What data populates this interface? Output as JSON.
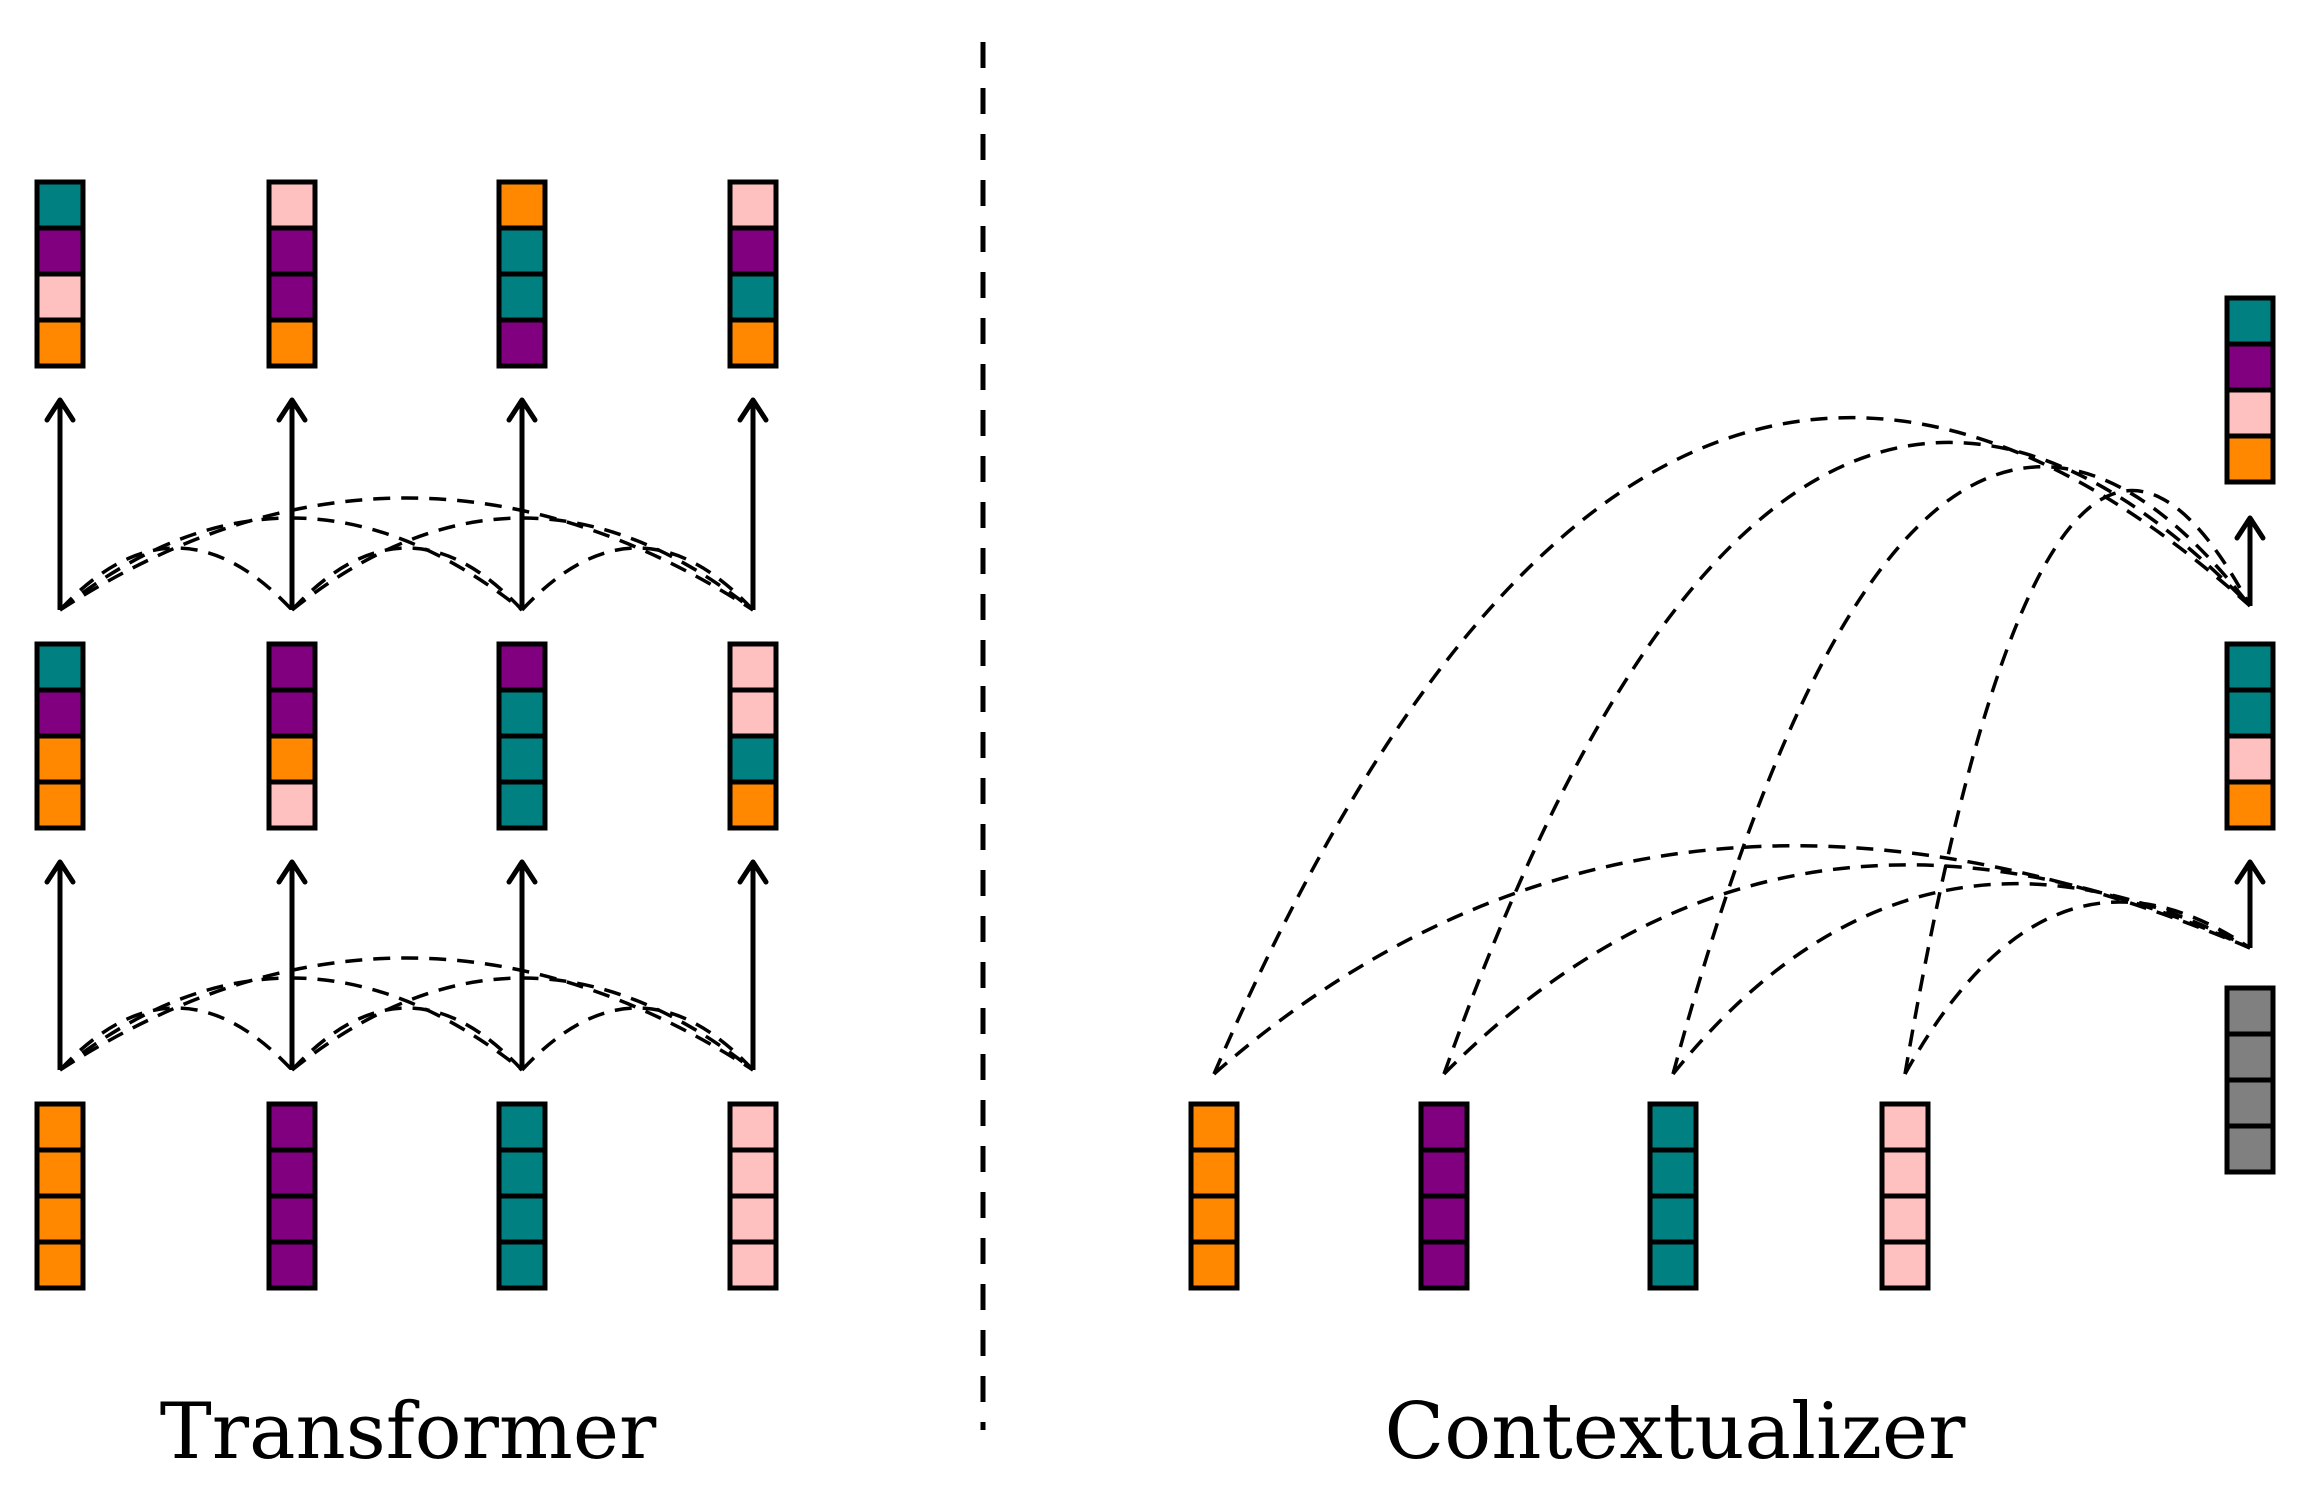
{
  "captions": {
    "left": "Transformer",
    "right": "Contextualizer"
  },
  "colors": {
    "O": "#ff8800",
    "P": "#800080",
    "T": "#008080",
    "K": "#ffc0c0",
    "G": "#808080"
  },
  "transformer": {
    "layers": [
      [
        [
          "O",
          "O",
          "O",
          "O"
        ],
        [
          "P",
          "P",
          "P",
          "P"
        ],
        [
          "T",
          "T",
          "T",
          "T"
        ],
        [
          "K",
          "K",
          "K",
          "K"
        ]
      ],
      [
        [
          "T",
          "P",
          "O",
          "O"
        ],
        [
          "P",
          "P",
          "O",
          "K"
        ],
        [
          "P",
          "T",
          "T",
          "T"
        ],
        [
          "K",
          "K",
          "T",
          "O"
        ]
      ],
      [
        [
          "T",
          "P",
          "K",
          "O"
        ],
        [
          "K",
          "P",
          "P",
          "O"
        ],
        [
          "O",
          "T",
          "T",
          "P"
        ],
        [
          "K",
          "P",
          "T",
          "O"
        ]
      ]
    ]
  },
  "contextualizer": {
    "inputs": [
      [
        "O",
        "O",
        "O",
        "O"
      ],
      [
        "P",
        "P",
        "P",
        "P"
      ],
      [
        "T",
        "T",
        "T",
        "T"
      ],
      [
        "K",
        "K",
        "K",
        "K"
      ]
    ],
    "stack": [
      [
        "G",
        "G",
        "G",
        "G"
      ],
      [
        "T",
        "T",
        "K",
        "O"
      ],
      [
        "T",
        "P",
        "K",
        "O"
      ]
    ]
  }
}
